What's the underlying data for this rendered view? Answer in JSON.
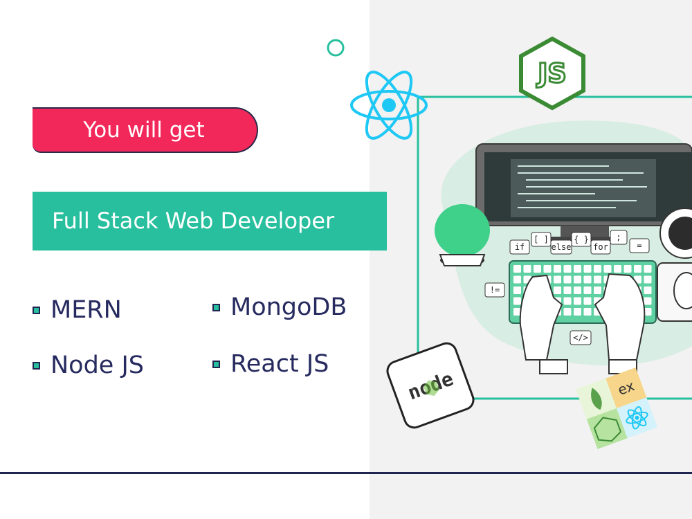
{
  "badge": {
    "label": "You will get"
  },
  "banner": {
    "label": "Full Stack Web Developer"
  },
  "skills": [
    {
      "label": "MERN"
    },
    {
      "label": "MongoDB"
    },
    {
      "label": "Node JS"
    },
    {
      "label": "React JS"
    }
  ],
  "illustration": {
    "logos": {
      "node_text": "node",
      "js_text": "JS",
      "express_text": "ex"
    },
    "speech_bubbles": [
      "if",
      "[ ]",
      "else",
      "{ }",
      "for",
      ";",
      "=",
      "!=",
      "</>"
    ]
  },
  "colors": {
    "badge": "#f3285a",
    "banner": "#28bf9e",
    "text_navy": "#262a5e",
    "accent_green": "#5fd0a2",
    "react_blue": "#1ec8f5",
    "node_green": "#3b8b35"
  }
}
